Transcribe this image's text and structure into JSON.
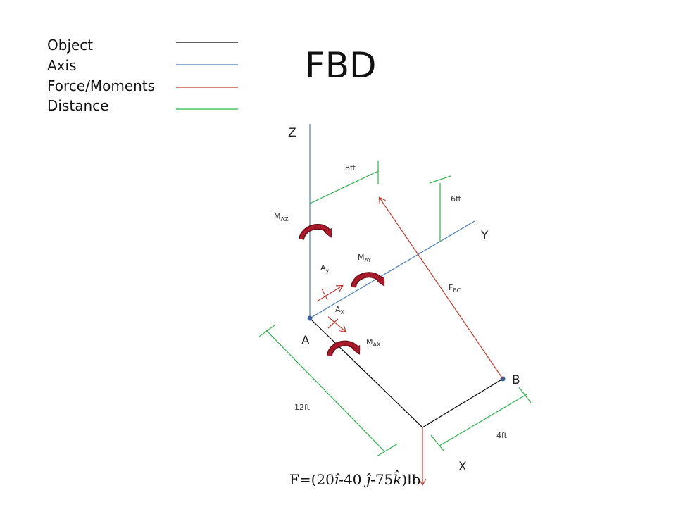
{
  "title": "FBD",
  "legend": {
    "items": [
      {
        "label": "Object",
        "color": "#000000"
      },
      {
        "label": "Axis",
        "color": "#4a7ebb"
      },
      {
        "label": "Force/Moments",
        "color": "#c0392b"
      },
      {
        "label": "Distance",
        "color": "#2bb34a"
      }
    ]
  },
  "axes": {
    "z": "Z",
    "y": "Y",
    "x": "X"
  },
  "points": {
    "a": "A",
    "b": "B"
  },
  "dimensions": {
    "d8": "8ft",
    "d6": "6ft",
    "d12": "12ft",
    "d4": "4ft"
  },
  "forces": {
    "ay": {
      "main": "A",
      "sub": "y"
    },
    "ax": {
      "main": "A",
      "sub": "X"
    },
    "fbc": {
      "main": "F",
      "sub": "BC"
    }
  },
  "moments": {
    "maz": {
      "main": "M",
      "sub": "AZ"
    },
    "may": {
      "main": "M",
      "sub": "AY"
    },
    "max": {
      "main": "M",
      "sub": "AX"
    }
  },
  "equation": {
    "prefix": "F=(20",
    "i": "î",
    "mid1": "-40 ",
    "j": "ĵ",
    "mid2": "-75",
    "k": "k̂",
    "suffix": ")lb"
  },
  "colors": {
    "object": "#000000",
    "axis": "#4a7ebb",
    "force": "#c0392b",
    "distance": "#2bb34a",
    "moment_fill": "#a8192a",
    "moment_outline": "#6b0f18",
    "point": "#3a5f9a"
  }
}
